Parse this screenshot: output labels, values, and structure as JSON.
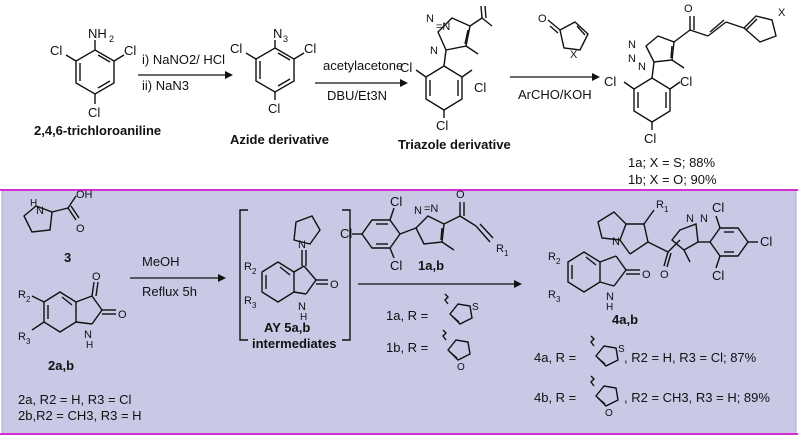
{
  "colors": {
    "panel_bg": "#c9c9e6",
    "divider": "#d62fd6",
    "panel_border": "#b0a8d8"
  },
  "top": {
    "aniline_label": "2,4,6-trichloroaniline",
    "step1_line1": "i) NaNO2/ HCl",
    "step1_line2": "ii) NaN3",
    "azide_label": "Azide derivative",
    "step2_above": "acetylacetone",
    "step2_below": "DBU/Et3N",
    "triazole_label": "Triazole derivative",
    "step3_below": "ArCHO/KOH",
    "prod_1a": "1a; X = S; 88%",
    "prod_1b": "1b; X = O; 90%"
  },
  "bottom": {
    "cmpd3": "3",
    "cond_line1": "MeOH",
    "cond_line2": "Reflux 5h",
    "cmpd2ab": "2a,b",
    "def_2a": "2a, R2 = H, R3 = Cl",
    "def_2b": "2b,R2 = CH3, R3 = H",
    "ay_label1": "AY 5a,b",
    "ay_label2": "intermediates",
    "cmpd1ab": "1a,b",
    "r1a": "1a, R =",
    "r1b": "1b, R =",
    "cmpd4ab": "4a,b",
    "r4a": "4a, R =",
    "r4a_tail": ", R2 = H, R3 = Cl; 87%",
    "r4b": "4b, R =",
    "r4b_tail": ", R2 = CH3, R3 = H; 89%"
  }
}
